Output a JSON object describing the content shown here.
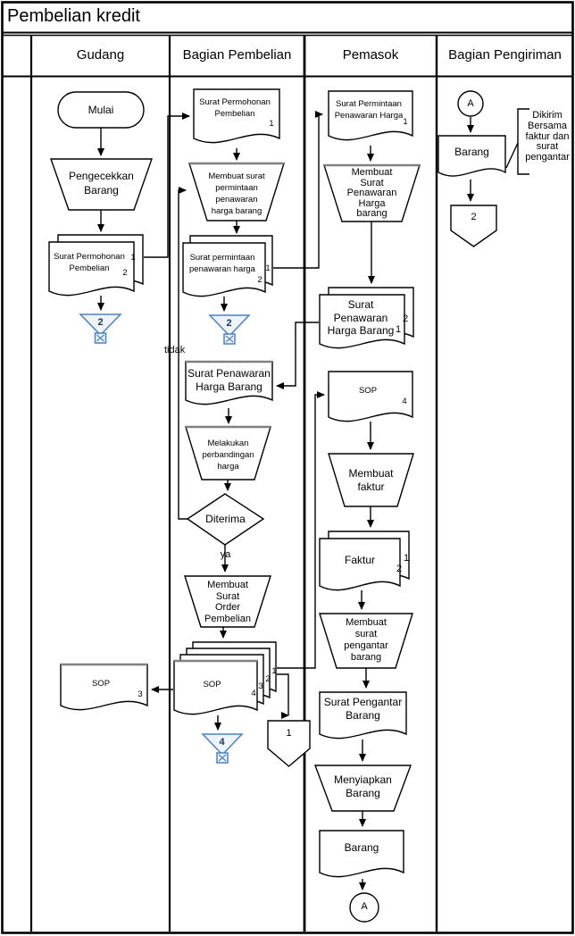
{
  "title": "Pembelian kredit",
  "lanes": [
    "Gudang",
    "Bagian Pembelian",
    "Pemasok",
    "Bagian Pengiriman"
  ],
  "colors": {
    "line": "#000000",
    "archive_stroke": "#4f81bd",
    "archive_fill": "#eff4fa",
    "gray_edge": "#808080"
  },
  "gudang": {
    "mulai": "Mulai",
    "pengecekan": "Pengecekkan\nBarang",
    "spp": "Surat Permohonan\nPembelian",
    "spp_c1": "1",
    "spp_c2": "2",
    "arsip_num": "2",
    "sop": "SOP",
    "sop_c3": "3"
  },
  "pembelian": {
    "spp": "Surat Permohonan\nPembelian",
    "spp_c1": "1",
    "buat_sppnh": "Membuat surat\npermintaan\npenawaran\nharga barang",
    "sppnh": "Surat permintaan\npenawaran harga",
    "sppnh_c1": "1",
    "sppnh_c2": "2",
    "arsip1_num": "2",
    "tidak": "tidak",
    "sphb": "Surat Penawaran\nHarga Barang",
    "banding": "Melakukan\nperbandingan\nharga",
    "diterima": "Diterima",
    "ya": "ya",
    "buat_sop": "Membuat\nSurat\nOrder\nPembelian",
    "sop": "SOP",
    "sop_c1": "1",
    "sop_c2": "2",
    "sop_c3": "3",
    "sop_c4": "4",
    "arsip2_num": "4",
    "conn1": "1"
  },
  "pemasok": {
    "spph": "Surat Permintaan\nPenawaran Harga",
    "spph_c1": "1",
    "buat_sphb": "Membuat\nSurat\nPenawaran\nHarga\nbarang",
    "sphb": "Surat Penawaran\nHarga Barang",
    "sphb_c2": "2",
    "sphb_c1": "1",
    "sop": "SOP",
    "sop_c4": "4",
    "buat_faktur": "Membuat\nfaktur",
    "faktur": "Faktur",
    "faktur_c1": "1",
    "faktur_c2": "2",
    "buat_spb": "Membuat\nsurat\npengantar\nbarang",
    "spb": "Surat Pengantar\nBarang",
    "siapkan": "Menyiapkan\nBarang",
    "barang": "Barang",
    "connA": "A"
  },
  "pengiriman": {
    "connA": "A",
    "barang": "Barang",
    "conn2": "2",
    "note": "Dikirim\nBersama\nfaktur dan\nsurat\npengantar"
  }
}
